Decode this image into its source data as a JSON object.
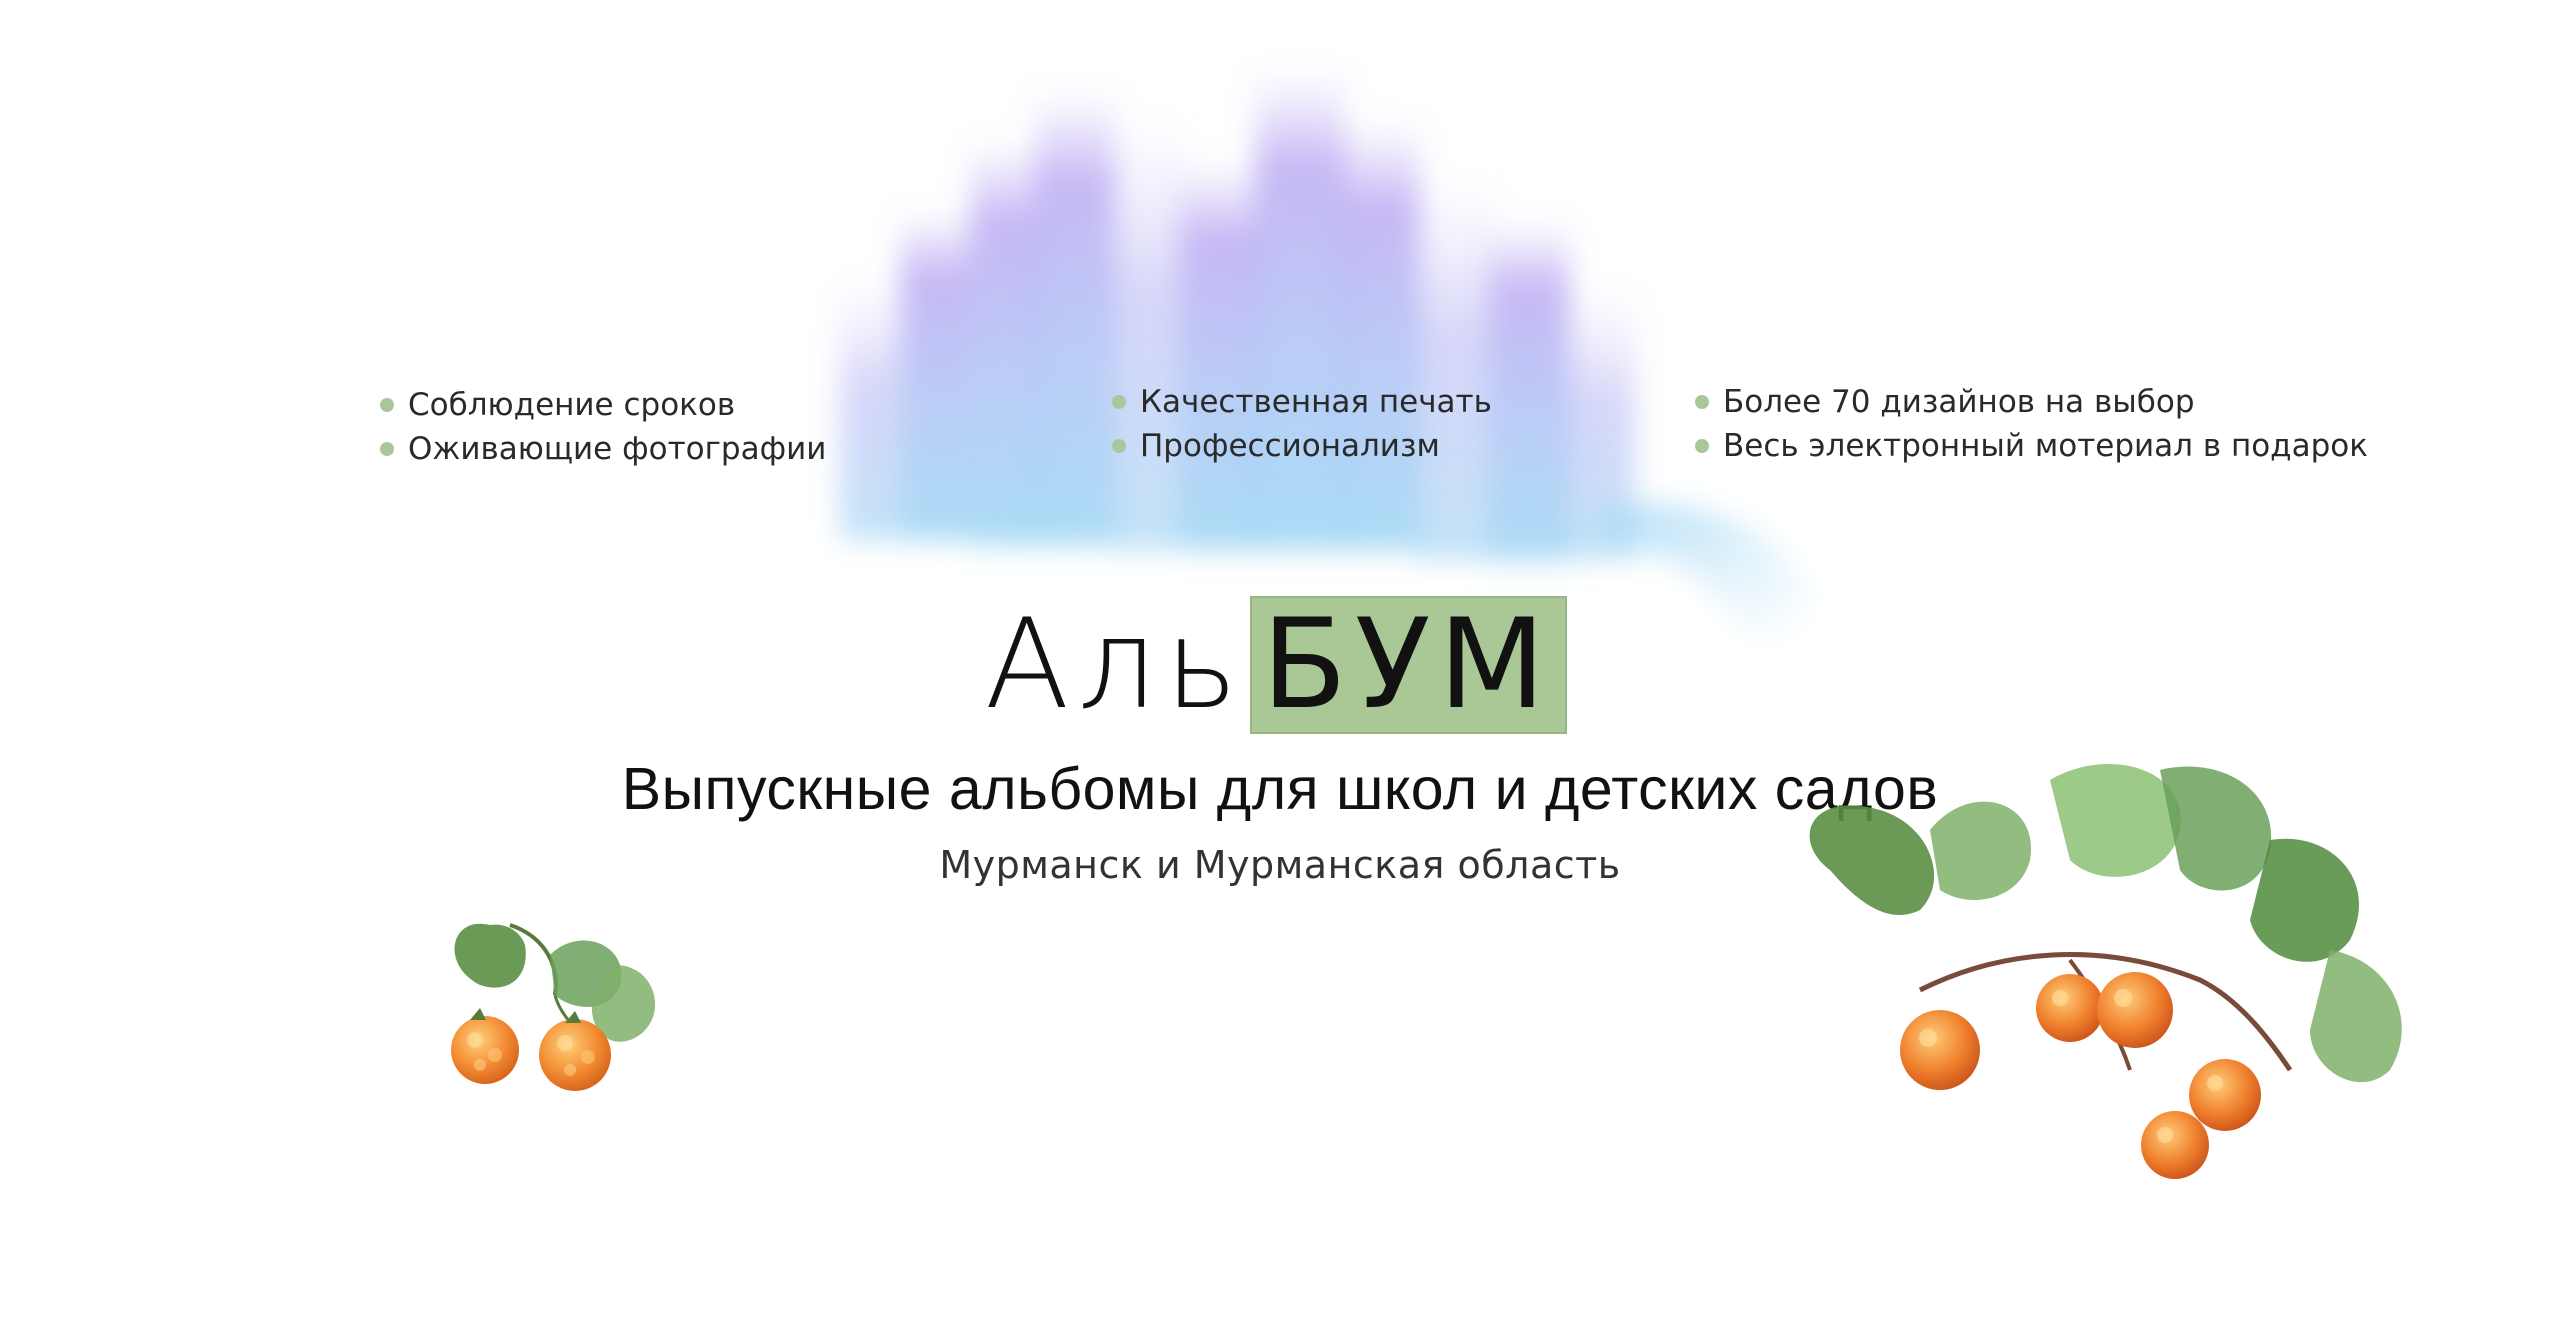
{
  "brand": {
    "name_part1": "Аль",
    "name_part2": "БУМ",
    "accent_color": "#aac796"
  },
  "features": {
    "column1": [
      "Соблюдение сроков",
      "Оживающие фотографии"
    ],
    "column2": [
      "Качественная печать",
      "Профессионализм"
    ],
    "column3": [
      "Более 70 дизайнов на выбор",
      "Весь электронный мотериал в подарок"
    ]
  },
  "headline": "Выпускные альбомы для школ и детских садов",
  "subheadline": "Мурманск и Мурманская область",
  "decor": {
    "aurora_colors": [
      "#b9a8f0",
      "#a6c3f4",
      "#9bd9f2"
    ],
    "berry_color": "#f28a32",
    "leaf_color": "#6aa05a",
    "icons": [
      "aurora-illustration",
      "cloudberry-illustration"
    ]
  }
}
